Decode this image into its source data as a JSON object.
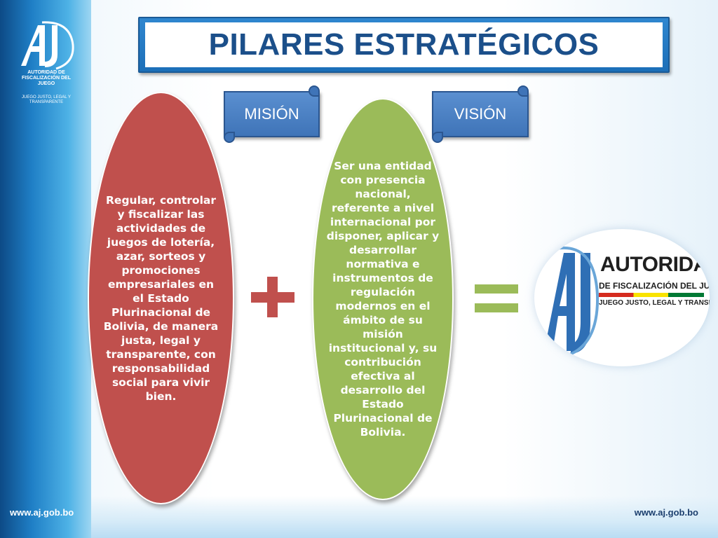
{
  "header": {
    "title": "PILARES ESTRATÉGICOS"
  },
  "logo_top": {
    "org_name": "AUTORIDAD DE FISCALIZACIÓN DEL JUEGO",
    "tagline": "JUEGO JUSTO, LEGAL Y TRANSPARENTE"
  },
  "labels": {
    "mision": "MISIÓN",
    "vision": "VISIÓN"
  },
  "mision_text": "Regular, controlar y fiscalizar las actividades de juegos de lotería, azar, sorteos y promociones empresariales en el Estado Plurinacional de Bolivia, de manera justa, legal y transparente, con responsabilidad social para vivir bien.",
  "vision_text": "Ser una entidad con presencia nacional, referente a nivel internacional por disponer, aplicar y desarrollar normativa e instrumentos de regulación modernos en el ámbito de su misión institucional y, su contribución efectiva al desarrollo del Estado Plurinacional de Bolivia.",
  "result_logo": {
    "line1": "AUTORIDAD",
    "line2": "DE FISCALIZACIÓN DEL JUEGO",
    "line3": "JUEGO JUSTO, LEGAL Y TRANSPARENTE"
  },
  "footer": {
    "url_left": "www.aj.gob.bo",
    "url_right": "www.aj.gob.bo"
  },
  "colors": {
    "mision_ellipse": "#c0504d",
    "vision_ellipse": "#9bbb59",
    "scroll": "#4f81bd",
    "title_text": "#1b4f8a"
  },
  "icons": {
    "plus": "plus-icon",
    "equals": "equals-icon"
  }
}
